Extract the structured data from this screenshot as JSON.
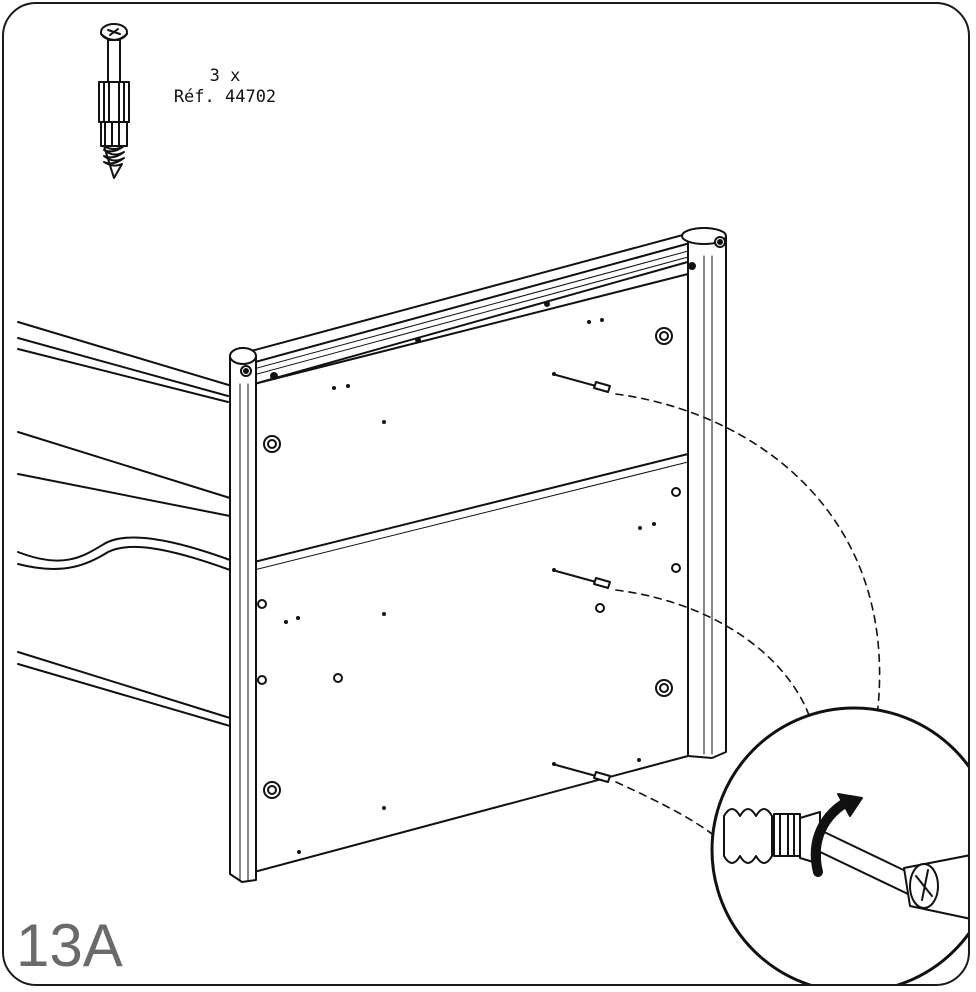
{
  "part": {
    "quantity": "3 x",
    "reference": "Réf. 44702",
    "icon": "cam-dowel-screw-icon"
  },
  "step": {
    "number": "13A"
  },
  "colors": {
    "line": "#111111",
    "step_number": "#6a6a6a",
    "background": "#ffffff"
  }
}
